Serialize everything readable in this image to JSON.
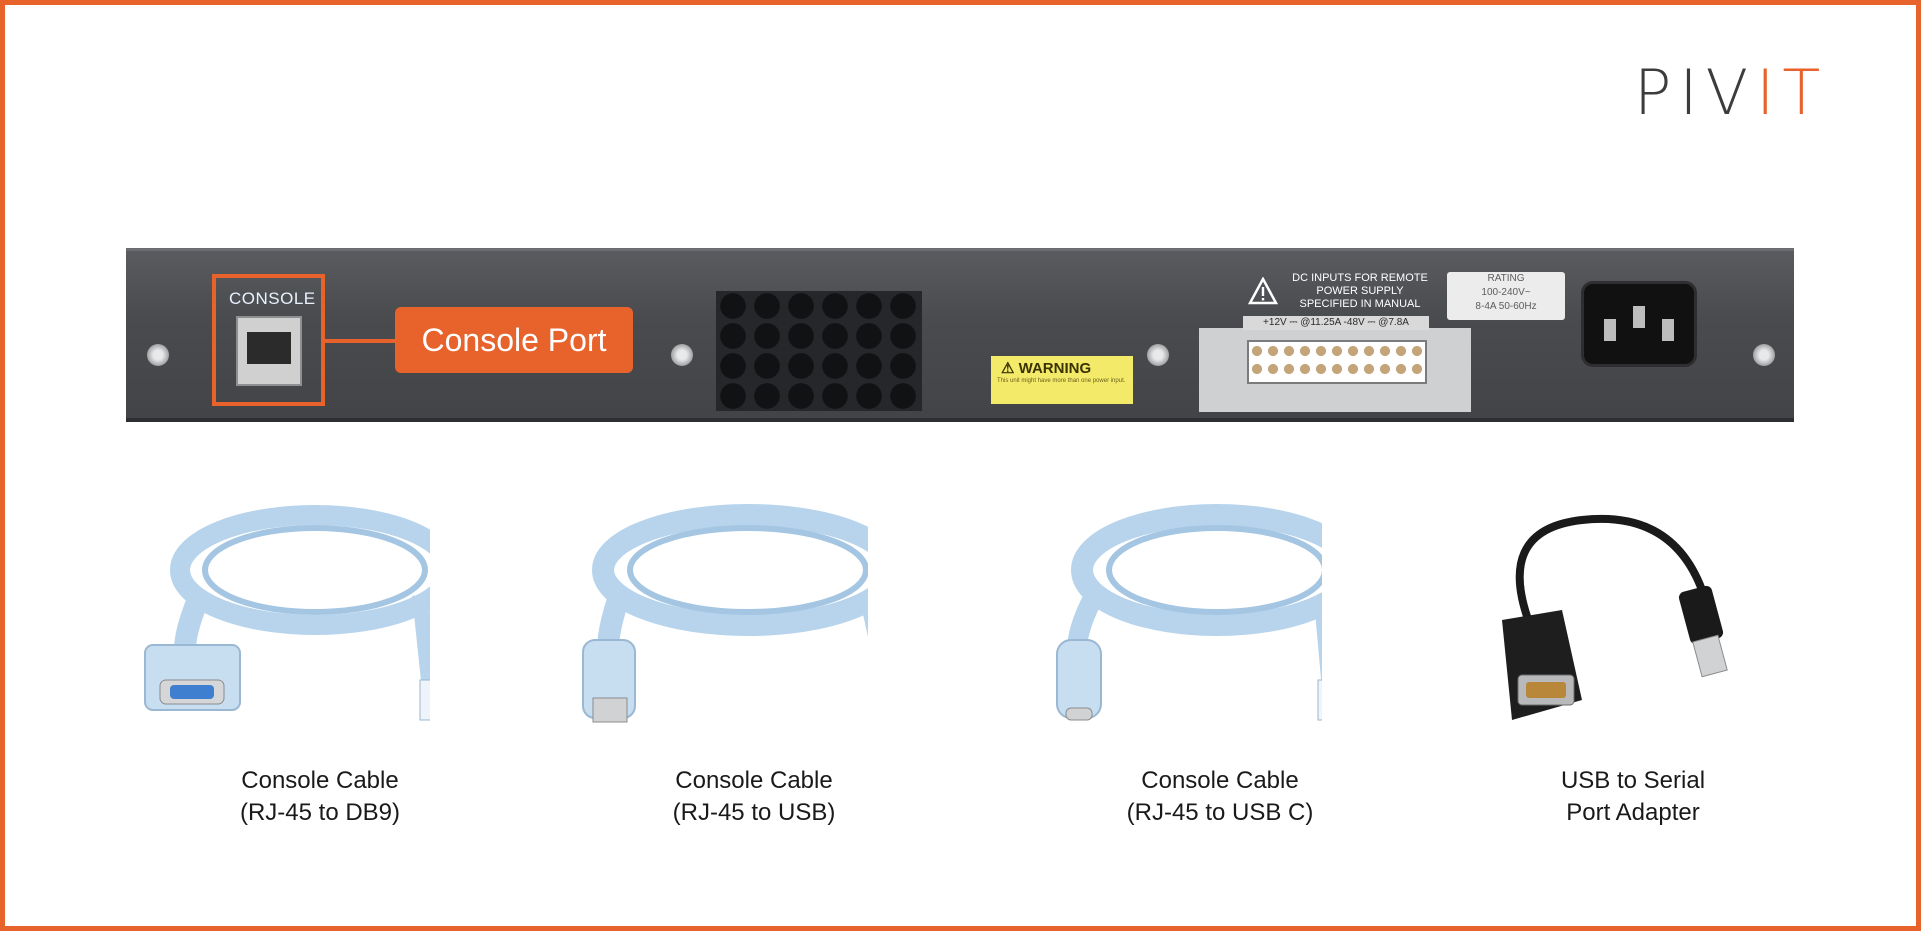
{
  "logo": {
    "text_main": "PIV",
    "text_accent": "IT"
  },
  "device": {
    "console_label": "CONSOLE",
    "callout": "Console Port",
    "warning_title": "WARNING",
    "warning_fine": "This unit might have more than one power input.",
    "dc_notice": "DC INPUTS FOR REMOTE POWER SUPPLY SPECIFIED IN MANUAL",
    "dc_rating": "+12V ⎓ @11.25A -48V ⎓ @7.8A",
    "rating_title": "RATING",
    "rating_line1": "100-240V~",
    "rating_line2": "8-4A 50-60Hz"
  },
  "products": [
    {
      "name": "console-cable-db9",
      "caption_line1": "Console Cable",
      "caption_line2": "(RJ-45 to DB9)"
    },
    {
      "name": "console-cable-usb",
      "caption_line1": "Console Cable",
      "caption_line2": "(RJ-45 to USB)"
    },
    {
      "name": "console-cable-usbc",
      "caption_line1": "Console Cable",
      "caption_line2": "(RJ-45 to USB C)"
    },
    {
      "name": "usb-serial-adapter",
      "caption_line1": "USB to Serial",
      "caption_line2": "Port Adapter"
    }
  ],
  "colors": {
    "accent": "#e8622c",
    "cable": "#b7d4ec",
    "device": "#4a4b4f"
  }
}
